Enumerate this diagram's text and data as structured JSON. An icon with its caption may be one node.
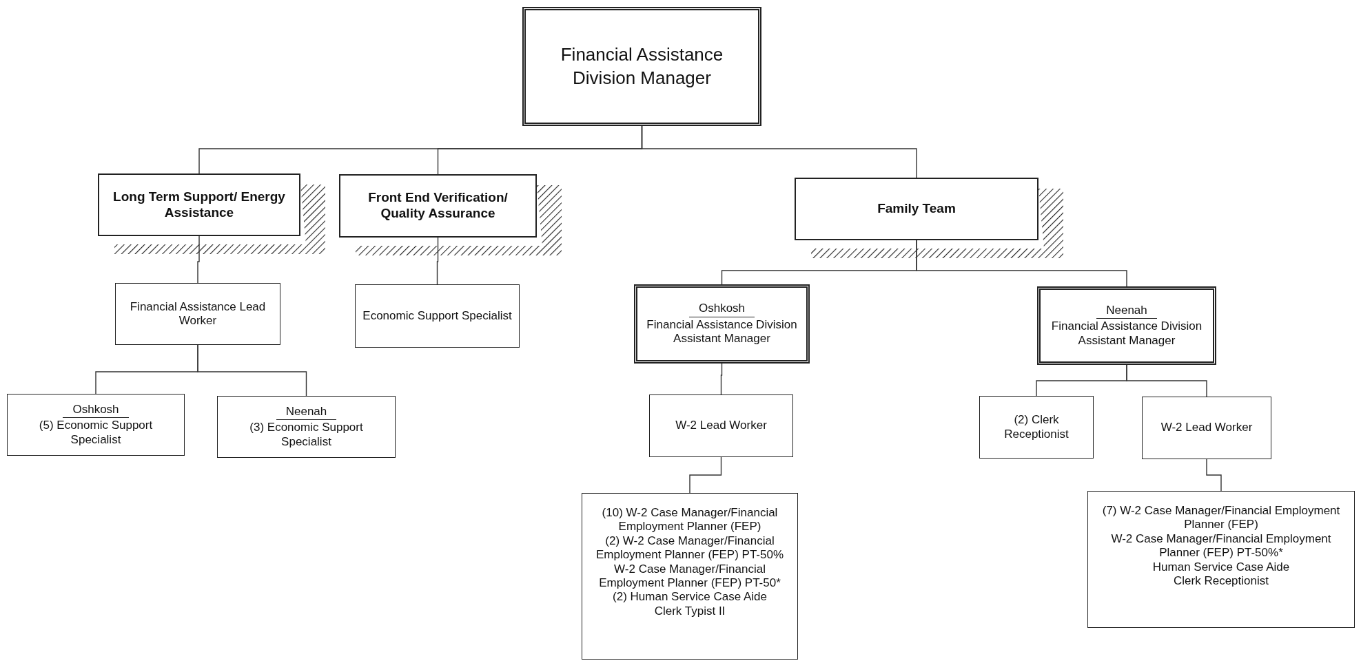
{
  "diagram": {
    "nodes": [
      {
        "text": [
          "Financial Assistance Division Manager"
        ]
      },
      {
        "text": [
          "Long Term Support/ Energy Assistance"
        ]
      },
      {
        "text": [
          "Front End Verification/ Quality Assurance"
        ]
      },
      {
        "text": [
          "Family Team"
        ]
      },
      {
        "text": [
          "Financial Assistance Lead Worker"
        ]
      },
      {
        "text": [
          "Economic Support Specialist"
        ]
      },
      {
        "text": [
          "Oshkosh",
          "Financial Assistance Division Assistant Manager"
        ]
      },
      {
        "text": [
          "Neenah",
          "Financial Assistance Division Assistant Manager"
        ]
      },
      {
        "text": [
          "Oshkosh",
          "(5) Economic Support Specialist"
        ]
      },
      {
        "text": [
          "Neenah",
          "(3) Economic Support Specialist"
        ]
      },
      {
        "text": [
          "W-2 Lead Worker"
        ]
      },
      {
        "text": [
          "(2) Clerk Receptionist"
        ]
      },
      {
        "text": [
          "W-2 Lead Worker"
        ]
      },
      {
        "text": [
          "(10) W-2 Case Manager/Financial Employment Planner (FEP)",
          "(2) W-2 Case Manager/Financial Employment Planner (FEP)  PT-50%",
          "W-2 Case Manager/Financial Employment Planner (FEP)  PT-50*",
          "(2) Human Service Case Aide",
          "Clerk Typist II"
        ]
      },
      {
        "text": [
          "(7) W-2 Case Manager/Financial Employment Planner (FEP)",
          "W-2 Case Manager/Financial Employment Planner (FEP)  PT-50%*",
          "Human Service Case Aide",
          "Clerk Receptionist"
        ]
      }
    ],
    "edges": [
      {
        "from": 0,
        "to": 1,
        "arrow": "none"
      },
      {
        "from": 0,
        "to": 2,
        "arrow": "none"
      },
      {
        "from": 0,
        "to": 3,
        "arrow": "none"
      },
      {
        "from": 1,
        "to": 4,
        "arrow": "none"
      },
      {
        "from": 2,
        "to": 5,
        "arrow": "none"
      },
      {
        "from": 3,
        "to": 6,
        "arrow": "none"
      },
      {
        "from": 3,
        "to": 7,
        "arrow": "none"
      },
      {
        "from": 4,
        "to": 8,
        "arrow": "none"
      },
      {
        "from": 4,
        "to": 9,
        "arrow": "none"
      },
      {
        "from": 6,
        "to": 10,
        "arrow": "none"
      },
      {
        "from": 7,
        "to": 11,
        "arrow": "none"
      },
      {
        "from": 7,
        "to": 12,
        "arrow": "none"
      },
      {
        "from": 10,
        "to": 13,
        "arrow": "none"
      },
      {
        "from": 12,
        "to": 14,
        "arrow": "none"
      }
    ]
  }
}
